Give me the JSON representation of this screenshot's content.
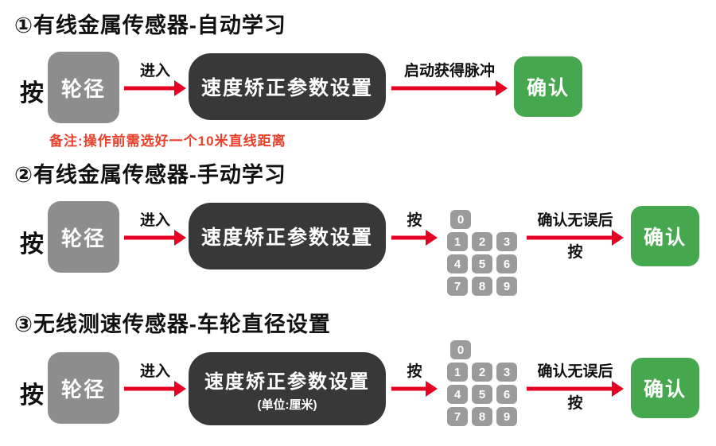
{
  "colors": {
    "arrow_red": "#e60023",
    "note_red": "#e8402a",
    "button_green": "#46a84e",
    "box_dark": "#383838",
    "button_gray": "#8d8d8d",
    "key_gray": "#9b9b9b",
    "text_black": "#111111",
    "background": "#ffffff"
  },
  "keypad": [
    "0",
    "1",
    "2",
    "3",
    "4",
    "5",
    "6",
    "7",
    "8",
    "9"
  ],
  "sections": [
    {
      "heading": "①有线金属传感器-自动学习",
      "press": "按",
      "wheel": "轮径",
      "enter": "进入",
      "settings": "速度矫正参数设置",
      "pulse": "启动获得脉冲",
      "confirm": "确认",
      "note": "备注:操作前需选好一个10米直线距离"
    },
    {
      "heading": "②有线金属传感器-手动学习",
      "press": "按",
      "wheel": "轮径",
      "enter": "进入",
      "settings": "速度矫正参数设置",
      "press2": "按",
      "confirm_top": "确认无误后",
      "confirm_bottom": "按",
      "confirm": "确认"
    },
    {
      "heading": "③无线测速传感器-车轮直径设置",
      "press": "按",
      "wheel": "轮径",
      "enter": "进入",
      "settings": "速度矫正参数设置",
      "settings_unit": "(单位:厘米)",
      "press2": "按",
      "confirm_top": "确认无误后",
      "confirm_bottom": "按",
      "confirm": "确认"
    }
  ]
}
